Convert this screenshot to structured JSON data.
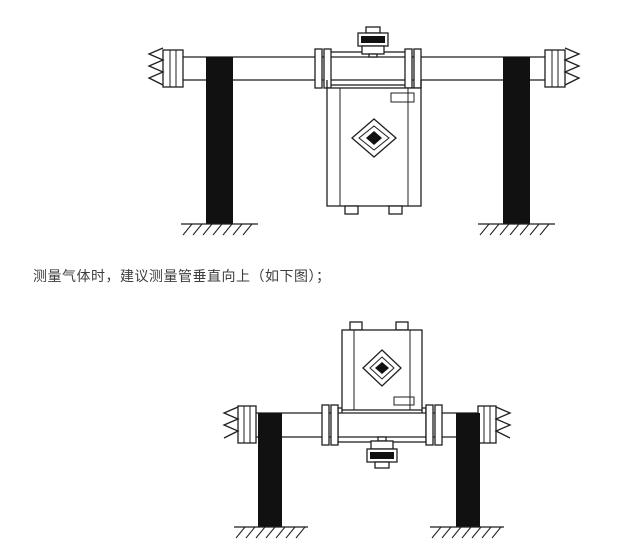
{
  "caption": {
    "text": "测量气体时，建议测量管垂直向上（如下图）；"
  },
  "figures": {
    "top": {
      "name": "flowmeter-installation-tube-downward"
    },
    "bottom": {
      "name": "flowmeter-installation-tube-upward"
    }
  },
  "colors": {
    "background": "#ffffff",
    "line": "#1f1f1f",
    "support_fill": "#111111",
    "text": "#3d3d3d"
  }
}
